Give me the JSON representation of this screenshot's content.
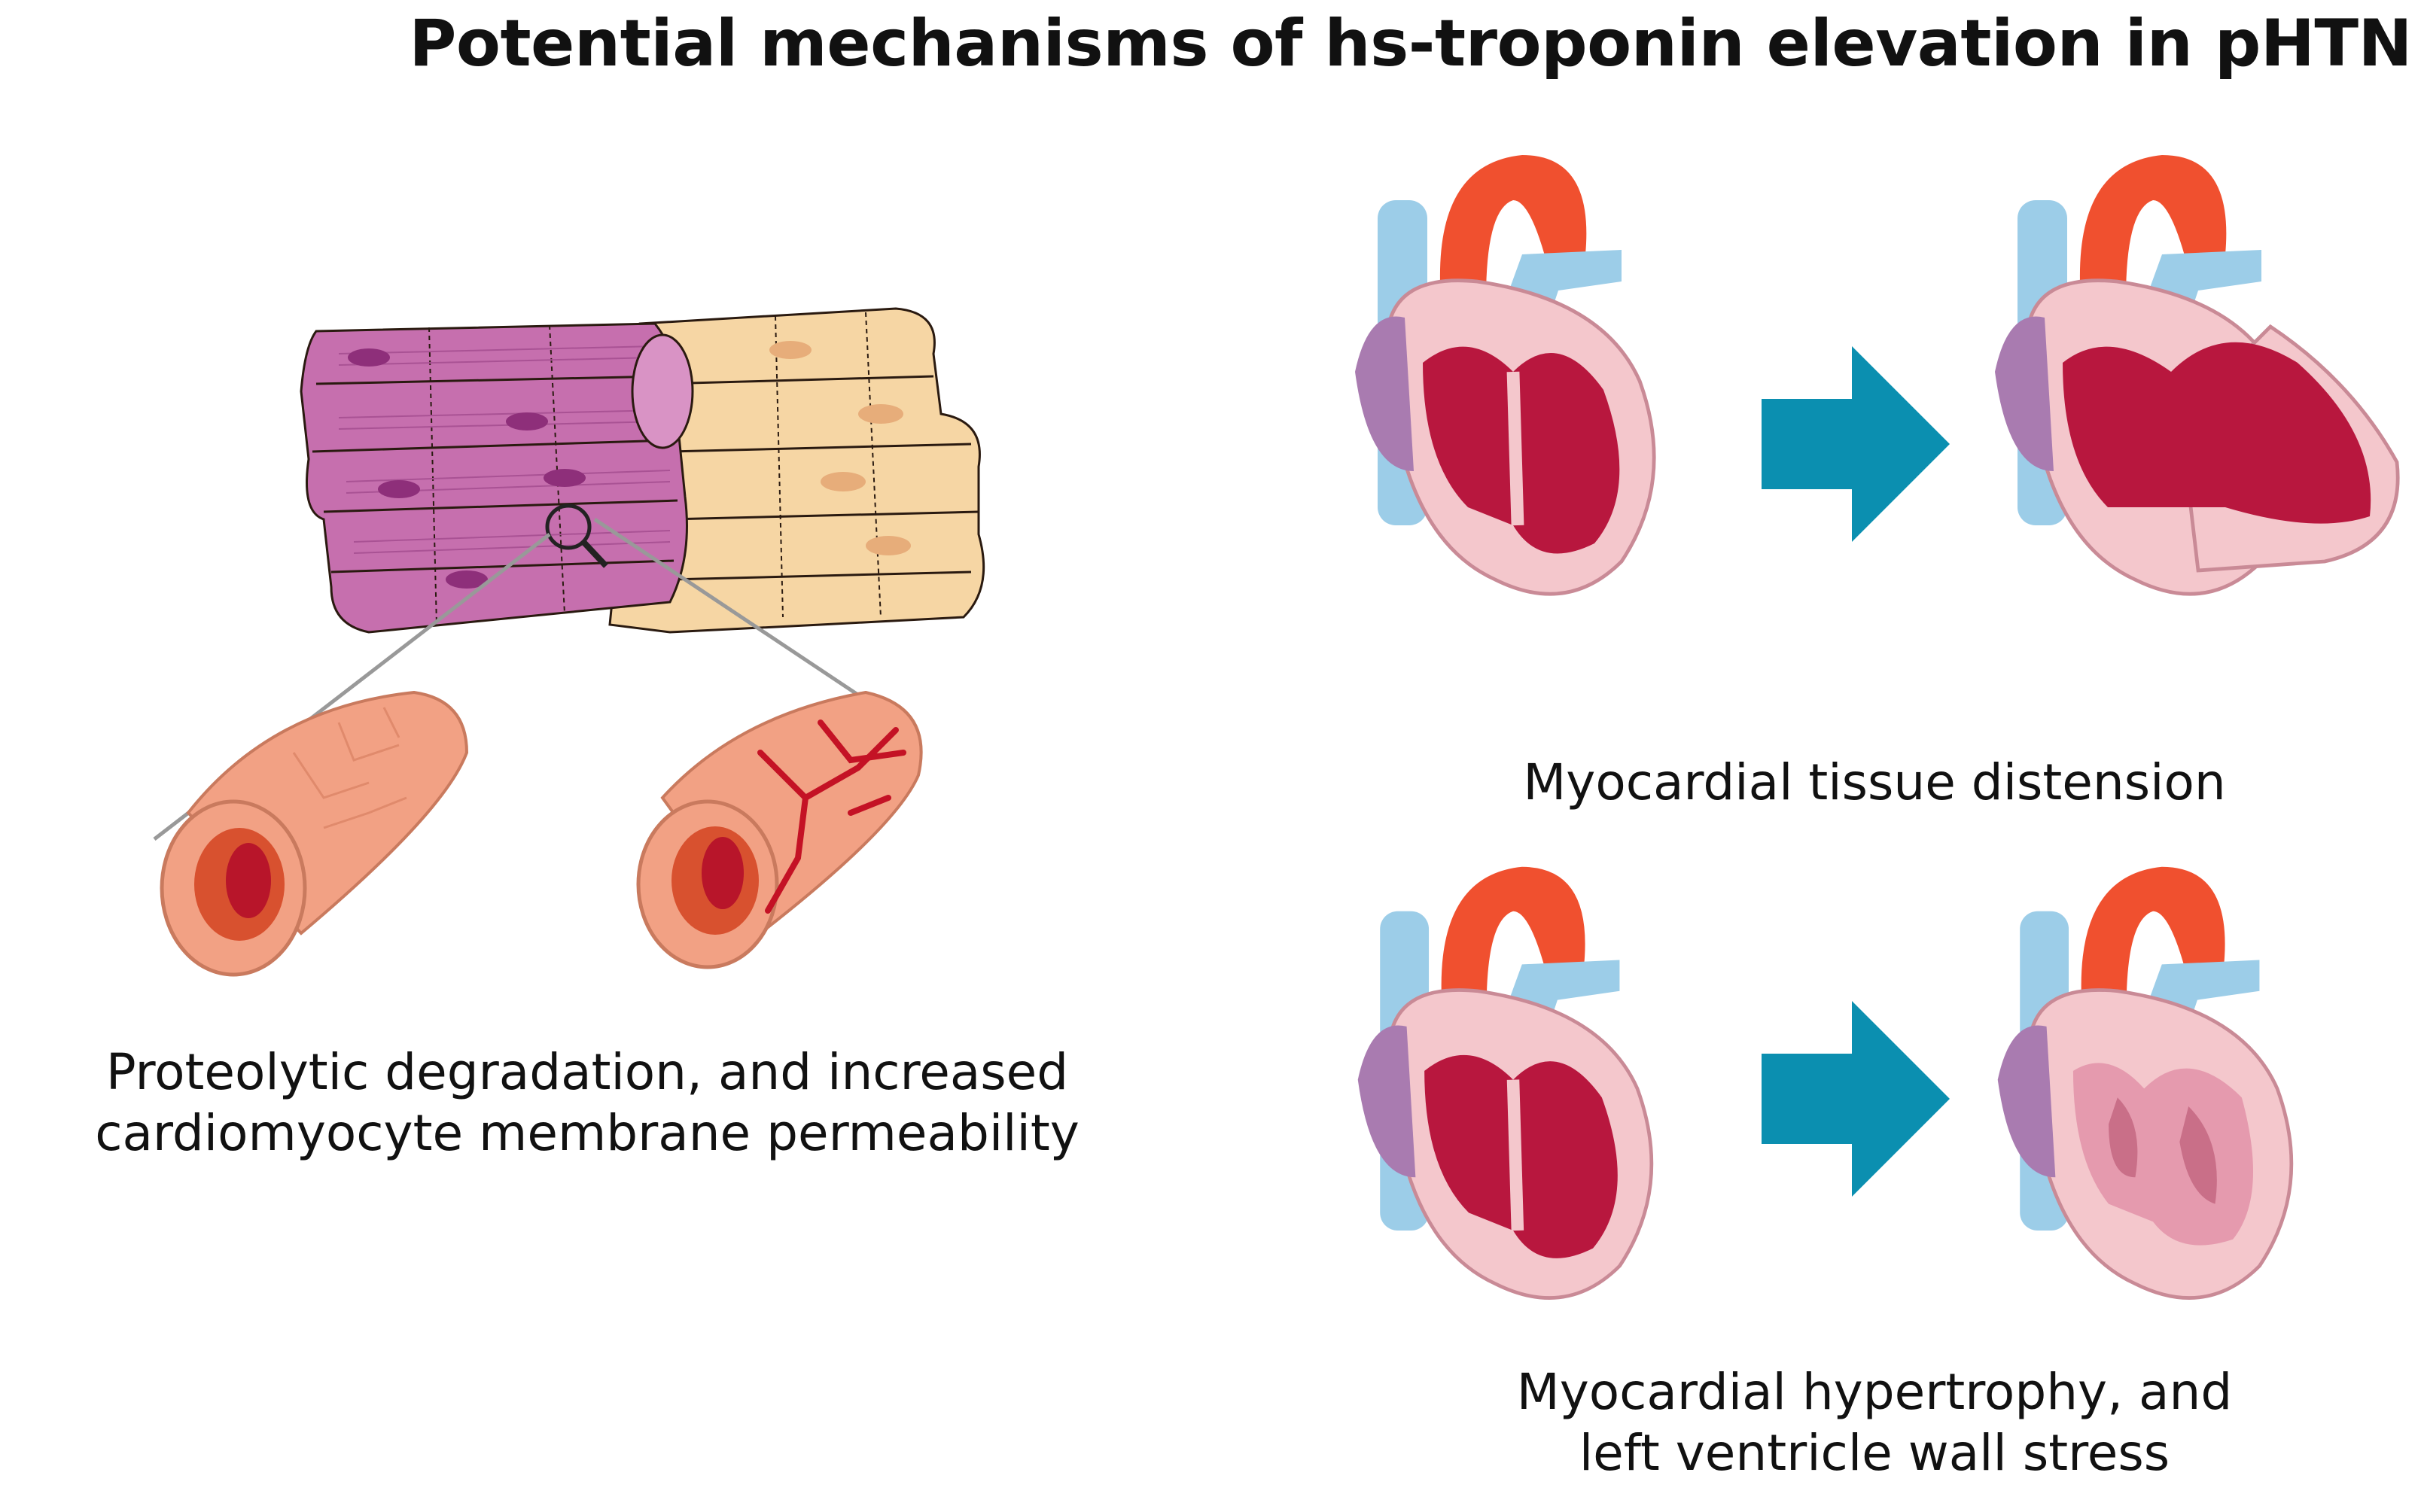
{
  "title": "Potential mechanisms of hs-troponin elevation in pHTN",
  "captions": {
    "left_line1": "Proteolytic degradation, and increased",
    "left_line2": "cardiomyocyte membrane permeability",
    "distension": "Myocardial tissue distension",
    "hypertrophy_line1": "Myocardial hypertrophy, and",
    "hypertrophy_line2": "left ventricle wall stress"
  },
  "colors": {
    "arrow": "#0b8fb0",
    "muscle_purple": "#c66fae",
    "muscle_tan": "#f6d6a4",
    "vessel_blue": "#9ccde8",
    "aorta_red": "#f0502f",
    "myocardium": "#b8173e",
    "tube_healthy": "#f2a184",
    "tube_damage": "#c41225"
  }
}
